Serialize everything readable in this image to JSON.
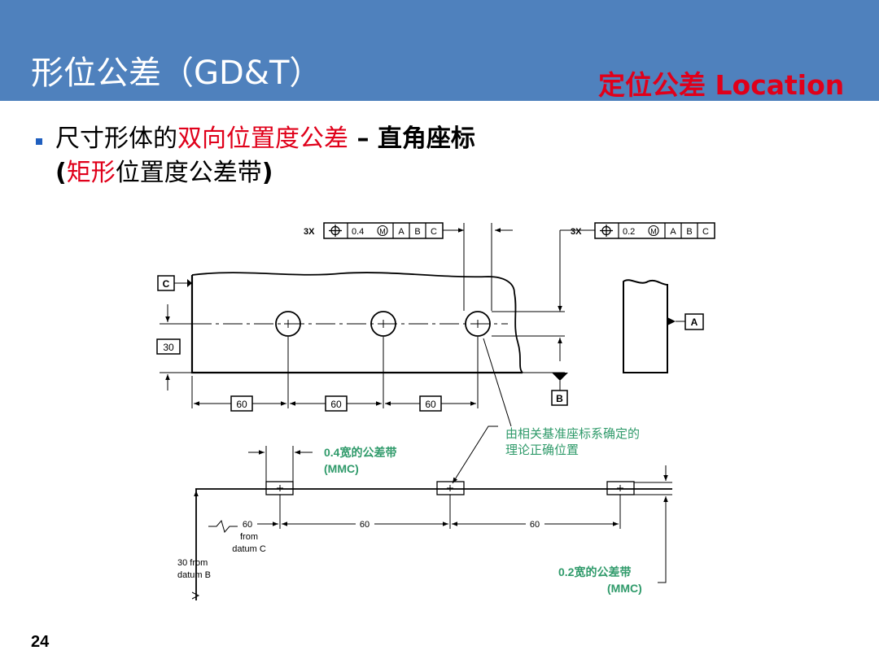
{
  "title": "形位公差（GD&T）",
  "subtitle": "定位公差 Location",
  "bullet": {
    "part1": "尺寸形体的",
    "part2_red": "双向位置度公差",
    "part3": " – 直角座标",
    "line2_open": "(",
    "line2_red": "矩形",
    "line2_rest": "位置度公差带",
    "line2_close": ")"
  },
  "frame1": {
    "count": "3X",
    "symbol": "⌖",
    "tol": "0.4",
    "mod": "M",
    "datums": [
      "A",
      "B",
      "C"
    ]
  },
  "frame2": {
    "count": "3X",
    "symbol": "⌖",
    "tol": "0.2",
    "mod": "M",
    "datums": [
      "A",
      "B",
      "C"
    ]
  },
  "datum_labels": {
    "c": "C",
    "a": "A",
    "b": "B"
  },
  "dims": {
    "vertical": "30",
    "spacing": [
      "60",
      "60",
      "60"
    ]
  },
  "annotations": {
    "zone_04_line1": "0.4宽的公差带",
    "zone_04_line2": "(MMC)",
    "true_pos_line1": "由相关基准座标系确定的",
    "true_pos_line2": "理论正确位置",
    "zone_02_line1": "0.2宽的公差带",
    "zone_02_line2": "(MMC)",
    "from_c_1": "60",
    "from_c_2": "from",
    "from_c_3": "datum C",
    "lower_60_a": "60",
    "lower_60_b": "60",
    "from_b_1": "30 from",
    "from_b_2": "datum B"
  },
  "page_number": "24"
}
